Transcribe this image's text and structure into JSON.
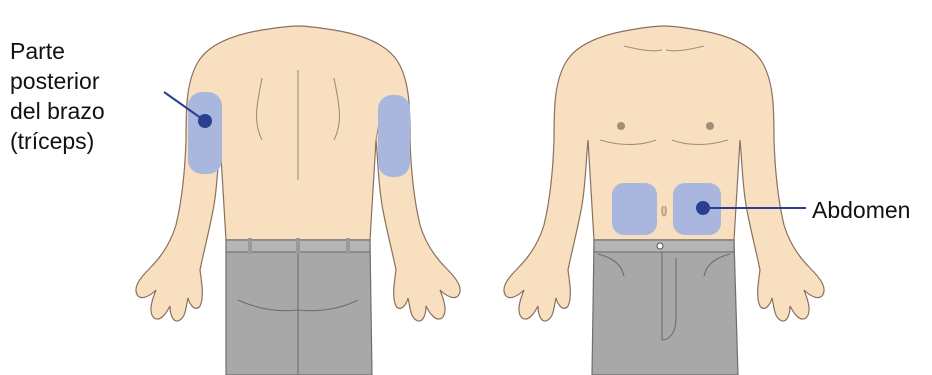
{
  "labels": {
    "arm": [
      "Parte",
      "posterior",
      "del brazo",
      "(tríceps)"
    ],
    "abdomen": "Abdomen"
  },
  "colors": {
    "skin": "#F8DFC0",
    "skin_outline": "#8A7060",
    "injection_site": "#A9B6DD",
    "pointer": "#2B3F8E",
    "pants": "#A8A8A8",
    "pants_outline": "#6E6E6E"
  }
}
